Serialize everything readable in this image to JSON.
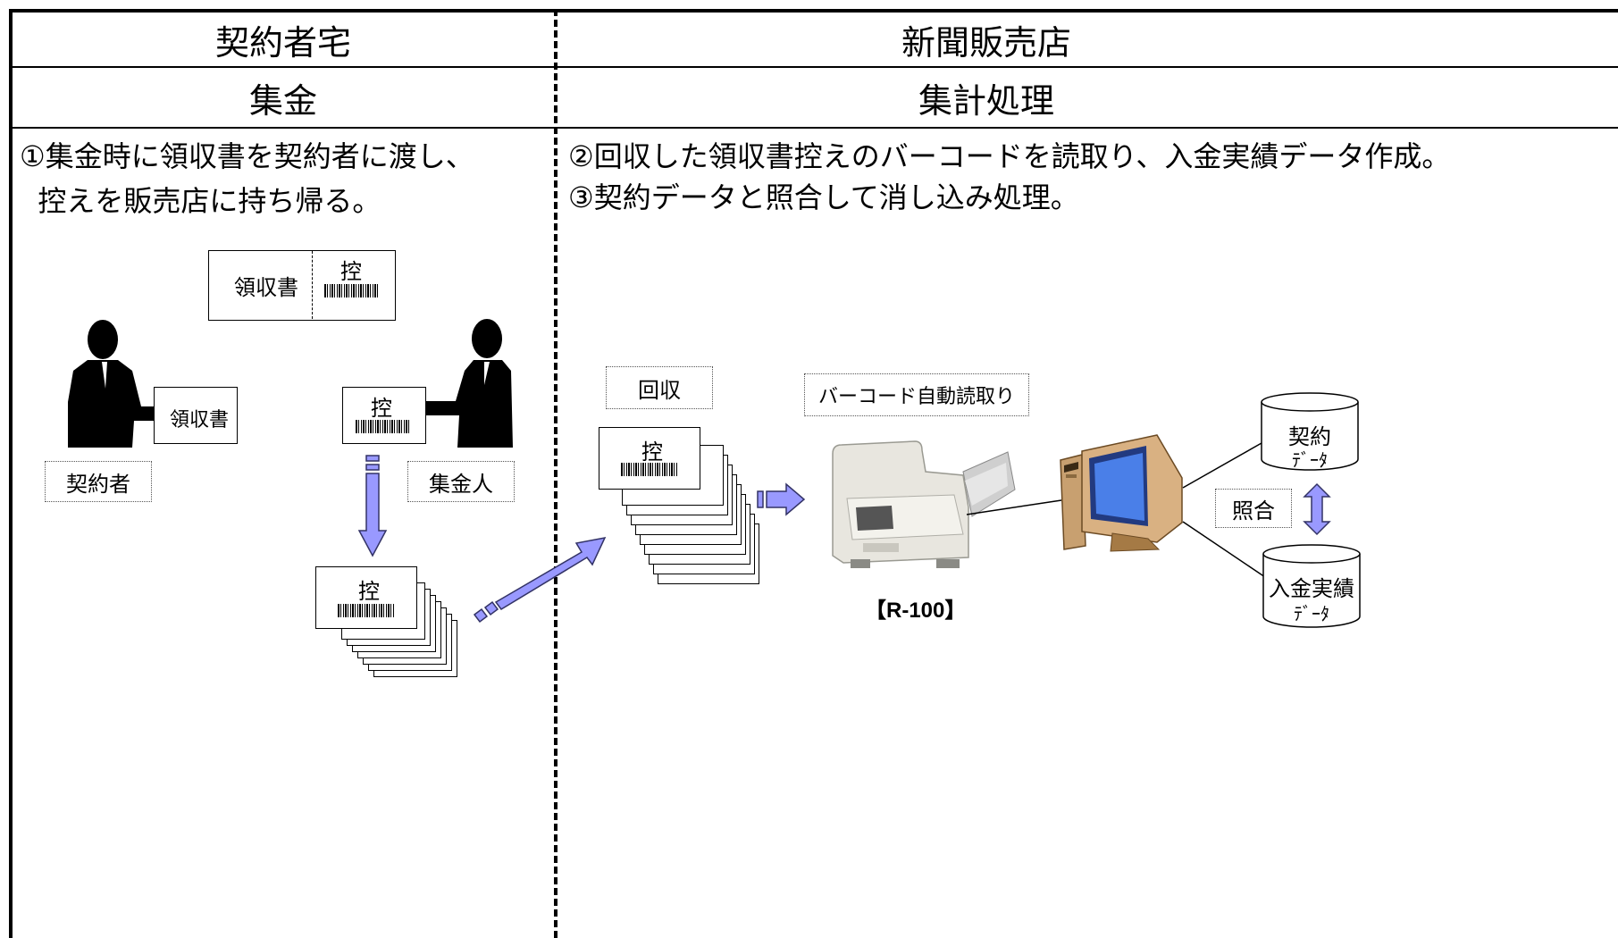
{
  "columns": {
    "left": {
      "header": "契約者宅",
      "subheader": "集金",
      "description": "①集金時に領収書を契約者に渡し、\n  控えを販売店に持ち帰る。"
    },
    "right": {
      "header": "新聞販売店",
      "subheader": "集計処理",
      "description_1": "②回収した領収書控えのバーコードを読取り、入金実績データ作成。",
      "description_2": "③契約データと照合して消し込み処理。"
    }
  },
  "receipt": {
    "main_label": "領収書",
    "stub_label": "控"
  },
  "people": {
    "customer_label": "契約者",
    "collector_label": "集金人",
    "handed_receipt": "領収書",
    "held_stub": "控"
  },
  "collection": {
    "stack_label": "控",
    "collected_label": "回収",
    "collected_stack_label": "控"
  },
  "reader": {
    "step_label": "バーコード自動読取り",
    "model": "【R-100】"
  },
  "database": {
    "contract_line1": "契約",
    "contract_line2": "ﾃﾞｰﾀ",
    "match_label": "照合",
    "payment_line1": "入金実績",
    "payment_line2": "ﾃﾞｰﾀ"
  },
  "colors": {
    "arrow_fill": "#9999ff",
    "arrow_stroke": "#333366",
    "border": "#000000"
  }
}
